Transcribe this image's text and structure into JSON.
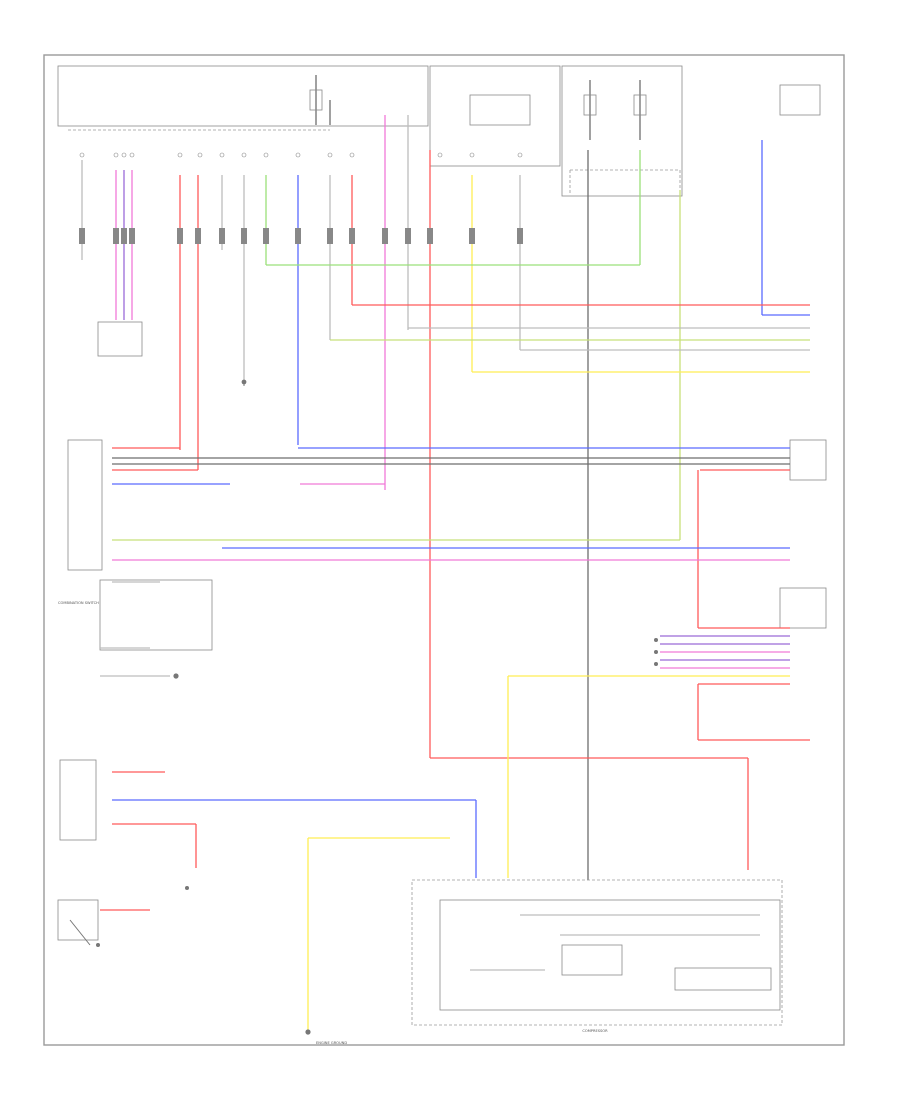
{
  "diagram": {
    "colors": {
      "frame": "#9a9a9a",
      "red": "#ff5a5a",
      "blue": "#5a6bff",
      "violet": "#9b6bd8",
      "pink": "#f07ad8",
      "yellow": "#ffee55",
      "green": "#9be07a",
      "light_green": "#c8e07a",
      "black": "#6e6e6e",
      "gray": "#bdbdbd"
    },
    "components": {
      "combination_switch": "COMBINATION SWITCH",
      "compressor": "COMPRESSOR",
      "engine_ground": "ENGINE GROUND"
    }
  }
}
